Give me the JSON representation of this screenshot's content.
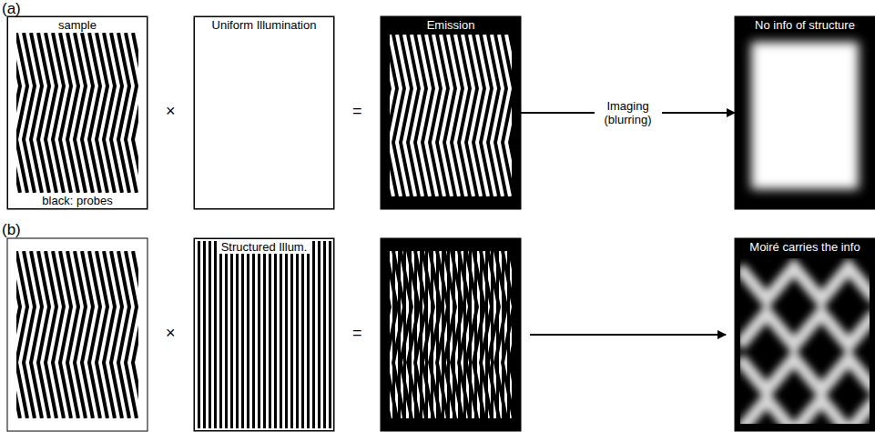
{
  "diagram": {
    "nodes": [
      {
        "text": [
          "sample",
          "black: probes"
        ]
      },
      {
        "text": [
          "Uniform Illumination"
        ]
      },
      {
        "text": [
          "Emission"
        ]
      },
      {
        "text": [
          "No info of structure"
        ]
      },
      {
        "text": [
          "Structured Illum."
        ]
      },
      {
        "text": [
          "Moiré carries the info"
        ]
      }
    ],
    "edges": [
      {
        "from": 2,
        "to": 3,
        "label": "Imaging (blurring)",
        "arrow": "to"
      }
    ],
    "labels": [
      "(a)",
      "×",
      "=",
      "(b)",
      "×",
      "="
    ]
  }
}
